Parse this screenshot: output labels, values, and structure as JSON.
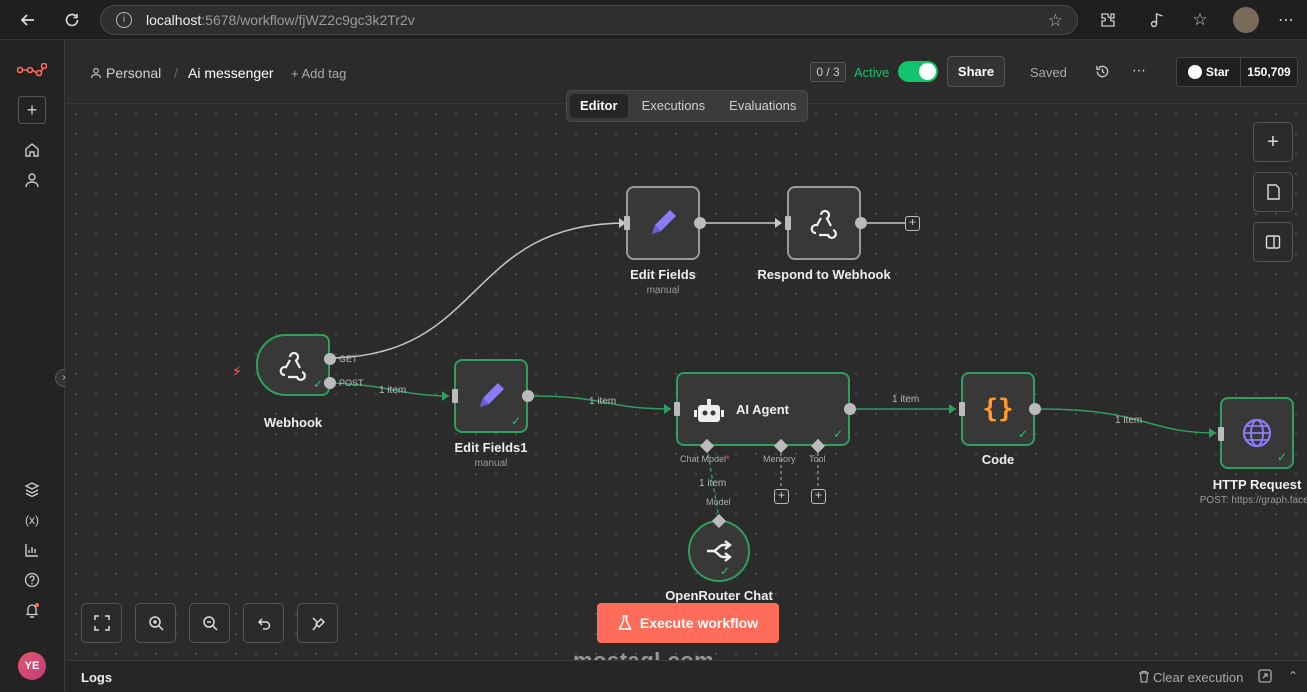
{
  "browser": {
    "url_host": "localhost",
    "url_path": ":5678/workflow/fjWZ2c9gc3k2Tr2v"
  },
  "header": {
    "project": "Personal",
    "workflow_name": "Ai messenger",
    "add_tag": "+ Add tag",
    "counter": "0 / 3",
    "active_label": "Active",
    "share": "Share",
    "saved": "Saved",
    "star": "Star",
    "star_count": "150,709"
  },
  "tabs": [
    "Editor",
    "Executions",
    "Evaluations"
  ],
  "nodes": {
    "webhook": {
      "label": "Webhook",
      "out_get": "GET",
      "out_post": "POST"
    },
    "edit_fields": {
      "label": "Edit Fields",
      "sub": "manual"
    },
    "respond": {
      "label": "Respond to Webhook"
    },
    "edit_fields1": {
      "label": "Edit Fields1",
      "sub": "manual"
    },
    "ai_agent": {
      "label": "AI Agent",
      "chat_model": "Chat Model",
      "required": "*",
      "memory": "Memory",
      "tool": "Tool"
    },
    "code": {
      "label": "Code"
    },
    "http": {
      "label": "HTTP Request",
      "sub": "POST: https://graph.faceb"
    },
    "openrouter": {
      "label": "OpenRouter Chat",
      "model": "Model"
    }
  },
  "edges": {
    "post_item": "1 item",
    "edit1_item": "1 item",
    "agent_item": "1 item",
    "code_item": "1 item",
    "model_item": "1 item"
  },
  "execute": "Execute workflow",
  "logs": {
    "title": "Logs",
    "clear": "Clear execution"
  },
  "user": {
    "initials": "YE"
  },
  "watermark": "mostaql.com",
  "colors": {
    "accent": "#ff6d5a",
    "success": "#2fbf6f",
    "active": "#13c46c"
  }
}
